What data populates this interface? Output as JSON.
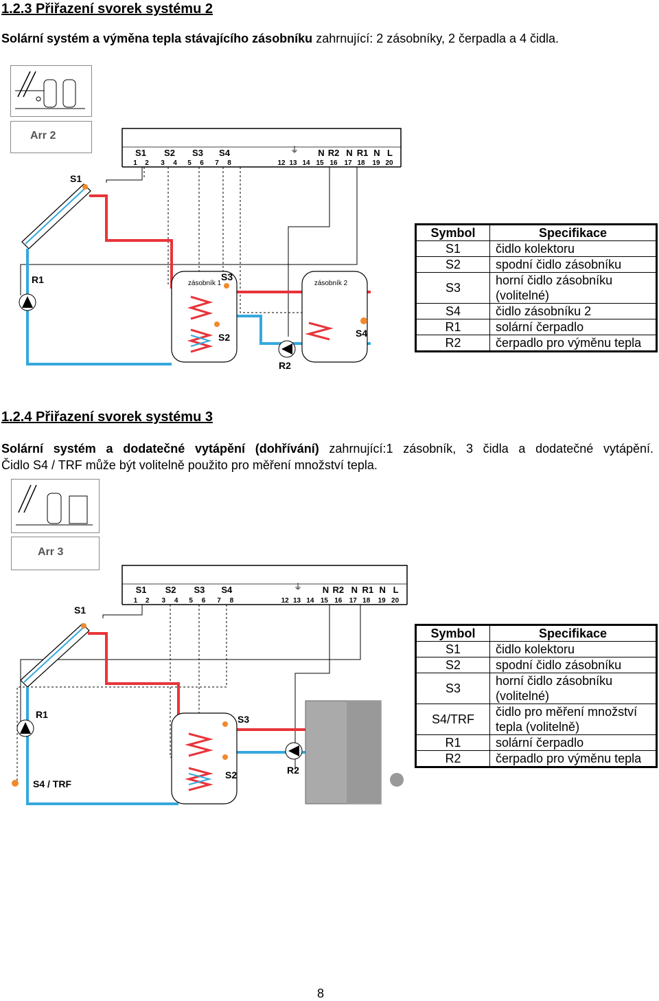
{
  "section1": {
    "heading": "1.2.3  Přiřazení svorek systému 2",
    "desc_bold": "Solární systém a výměna tepla stávajícího zásobníku",
    "desc_rest": " zahrnující: 2 zásobníky, 2 čerpadla a 4 čidla.",
    "arr_label": "Arr 2",
    "terminal_groups": [
      "S1",
      "S2",
      "S3",
      "S4"
    ],
    "terminal_right": [
      "N",
      "R2",
      "N",
      "R1",
      "N",
      "L"
    ],
    "terminal_numbers": [
      "1",
      "2",
      "3",
      "4",
      "5",
      "6",
      "7",
      "8",
      "12",
      "13",
      "14",
      "15",
      "16",
      "17",
      "18",
      "19",
      "20"
    ],
    "diagram_labels": {
      "s1": "S1",
      "r1": "R1",
      "tank1": "zásobník 1",
      "tank2": "zásobník 2",
      "s3": "S3",
      "s2": "S2",
      "r2": "R2",
      "s4": "S4"
    },
    "table": {
      "headers": [
        "Symbol",
        "Specifikace"
      ],
      "rows": [
        [
          "S1",
          "čidlo kolektoru"
        ],
        [
          "S2",
          "spodní čidlo zásobníku"
        ],
        [
          "S3",
          "horní čidlo zásobníku (volitelné)"
        ],
        [
          "S4",
          "čidlo zásobníku 2"
        ],
        [
          "R1",
          "solární čerpadlo"
        ],
        [
          "R2",
          "čerpadlo pro výměnu tepla"
        ]
      ]
    }
  },
  "section2": {
    "heading": "1.2.4  Přiřazení svorek systému 3",
    "desc_bold": "Solární systém a dodatečné vytápění (dohřívání)",
    "desc_rest": " zahrnující:1 zásobník, 3 čidla a dodatečné vytápění.",
    "desc_line2": "Čidlo S4 / TRF může být volitelně použito pro měření množství tepla.",
    "arr_label": "Arr 3",
    "diagram_labels": {
      "s1": "S1",
      "r1": "R1",
      "s4trf": "S4 / TRF",
      "s3": "S3",
      "s2": "S2",
      "r2": "R2"
    },
    "table": {
      "headers": [
        "Symbol",
        "Specifikace"
      ],
      "rows": [
        [
          "S1",
          "čidlo kolektoru"
        ],
        [
          "S2",
          "spodní čidlo zásobníku"
        ],
        [
          "S3",
          "horní čidlo zásobníku (volitelné)"
        ],
        [
          "S4/TRF",
          "čidlo pro měření množství tepla (volitelně)"
        ],
        [
          "R1",
          "solární čerpadlo"
        ],
        [
          "R2",
          "čerpadlo pro výměnu tepla"
        ]
      ]
    }
  },
  "page_number": "8",
  "colors": {
    "hot": "#e8343a",
    "cold": "#35a8dd",
    "sensor": "#f08a2c",
    "wire": "#000000"
  }
}
